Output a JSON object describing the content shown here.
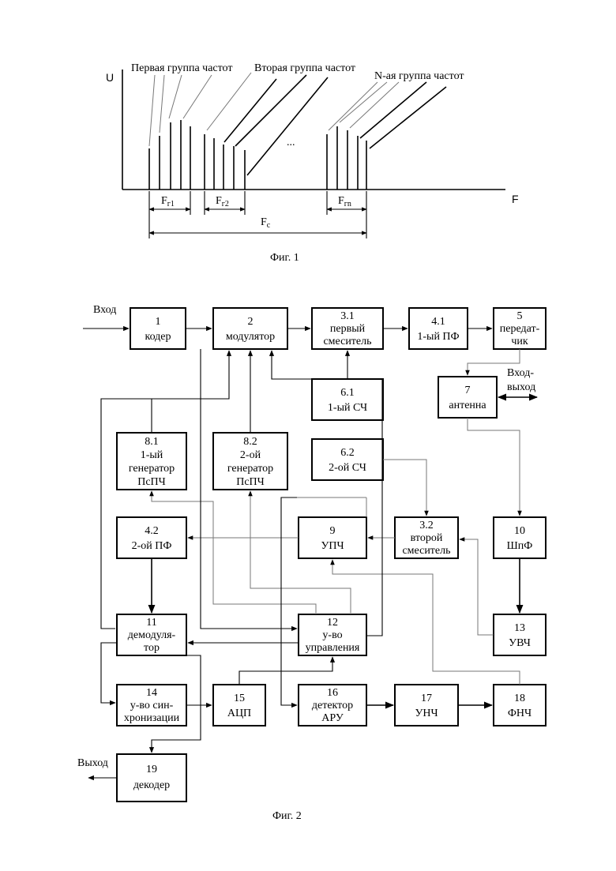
{
  "fig1": {
    "y_label": "U",
    "x_label": "F",
    "groups": [
      "Первая группа частот",
      "Вторая группа частот",
      "N-ая группа частот"
    ],
    "ellipsis": "...",
    "spans": {
      "fr1": "F",
      "fr1_sub": "г1",
      "fr2": "F",
      "fr2_sub": "г2",
      "frn": "F",
      "frn_sub": "гn",
      "fc": "F",
      "fc_sub": "c"
    },
    "caption": "Фиг. 1"
  },
  "fig2": {
    "input_label": "Вход",
    "output_label": "Выход",
    "io_label_1": "Вход-",
    "io_label_2": "выход",
    "caption": "Фиг. 2",
    "blocks": {
      "b1": [
        "1",
        "кодер"
      ],
      "b2": [
        "2",
        "модулятор"
      ],
      "b31": [
        "3.1",
        "первый",
        "смеситель"
      ],
      "b41": [
        "4.1",
        "1-ый ПФ"
      ],
      "b5": [
        "5",
        "передат-",
        "чик"
      ],
      "b61": [
        "6.1",
        "1-ый СЧ"
      ],
      "b7": [
        "7",
        "антенна"
      ],
      "b81": [
        "8.1",
        "1-ый",
        "генератор",
        "ПсПЧ"
      ],
      "b82": [
        "8.2",
        "2-ой",
        "генератор",
        "ПсПЧ"
      ],
      "b62": [
        "6.2",
        "2-ой СЧ"
      ],
      "b42": [
        "4.2",
        "2-ой ПФ"
      ],
      "b9": [
        "9",
        "УПЧ"
      ],
      "b32": [
        "3.2",
        "второй",
        "смеситель"
      ],
      "b10": [
        "10",
        "ШпФ"
      ],
      "b11": [
        "11",
        "демодуля-",
        "тор"
      ],
      "b12": [
        "12",
        "у-во",
        "управления"
      ],
      "b13": [
        "13",
        "УВЧ"
      ],
      "b14": [
        "14",
        "у-во син-",
        "хронизации"
      ],
      "b15": [
        "15",
        "АЦП"
      ],
      "b16": [
        "16",
        "детектор",
        "АРУ"
      ],
      "b17": [
        "17",
        "УНЧ"
      ],
      "b18": [
        "18",
        "ФНЧ"
      ],
      "b19": [
        "19",
        "декодер"
      ]
    }
  }
}
